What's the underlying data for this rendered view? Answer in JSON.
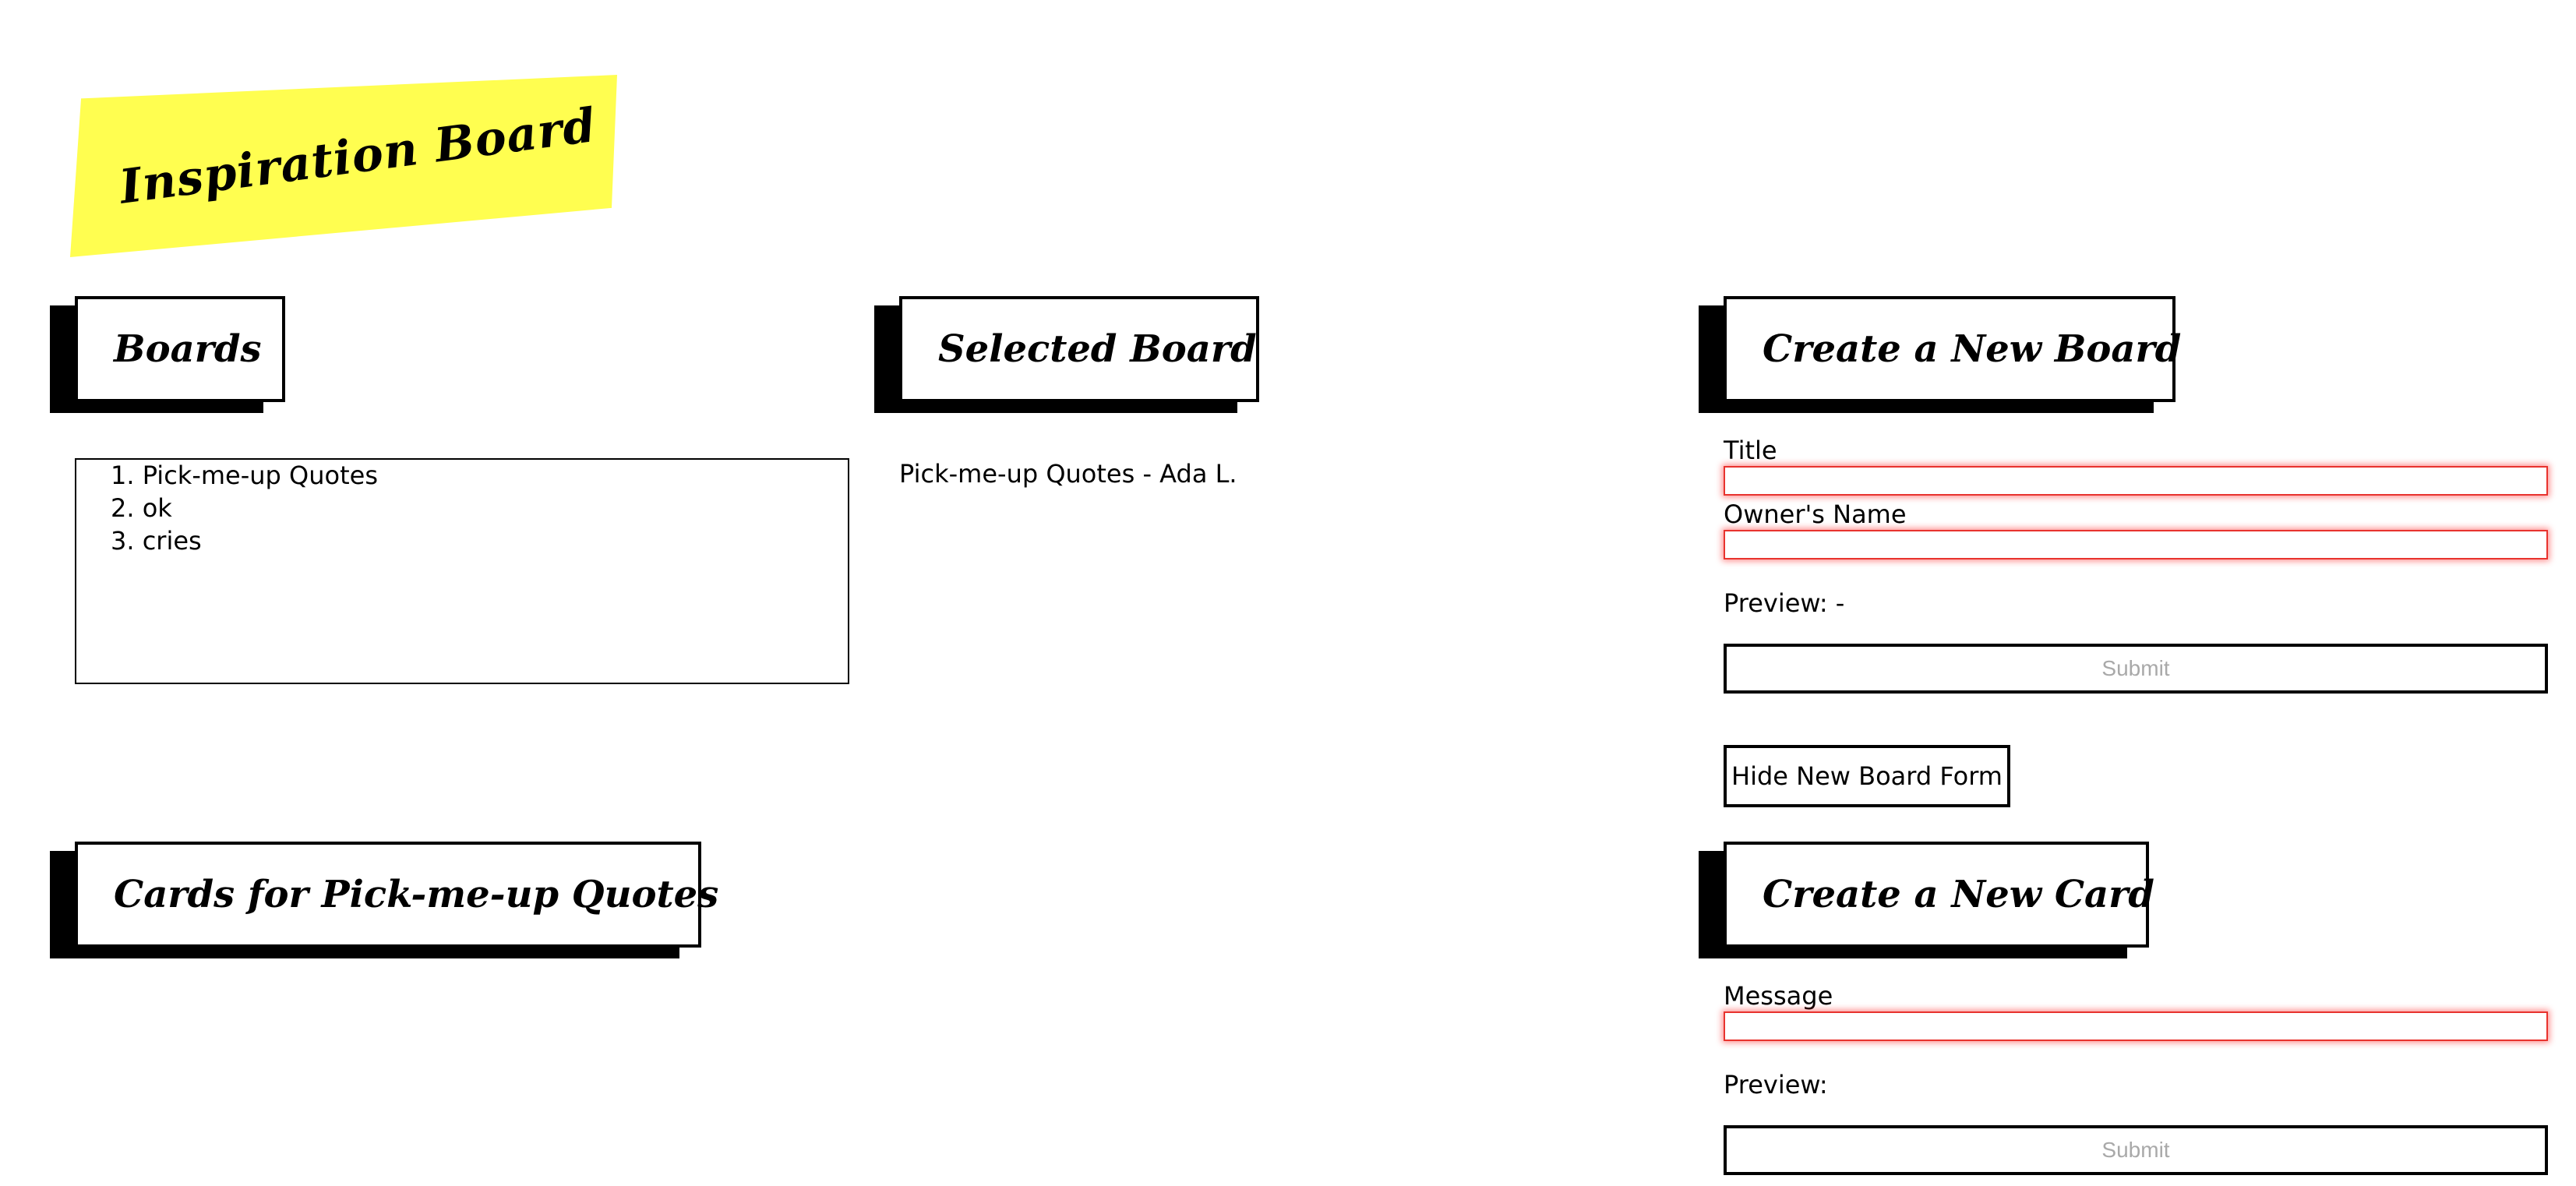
{
  "app": {
    "title": "Inspiration Board"
  },
  "boards_section": {
    "heading": "Boards",
    "items": [
      {
        "label": "1. Pick-me-up Quotes"
      },
      {
        "label": "2. ok"
      },
      {
        "label": "3. cries"
      }
    ]
  },
  "selected_board_section": {
    "heading": "Selected Board",
    "value": "Pick-me-up Quotes - Ada L."
  },
  "new_board_form": {
    "heading": "Create a New Board",
    "title_label": "Title",
    "title_value": "",
    "owner_label": "Owner's Name",
    "owner_value": "",
    "preview_text": "Preview: -",
    "submit_label": "Submit",
    "hide_button_label": "Hide New Board Form"
  },
  "cards_section": {
    "heading": "Cards for Pick-me-up Quotes"
  },
  "new_card_form": {
    "heading": "Create a New Card",
    "message_label": "Message",
    "message_value": "",
    "preview_text": "Preview:",
    "submit_label": "Submit"
  },
  "colors": {
    "banner": "#fffe50",
    "invalid_border": "#e8332e",
    "disabled_text": "#a9a9a9"
  }
}
